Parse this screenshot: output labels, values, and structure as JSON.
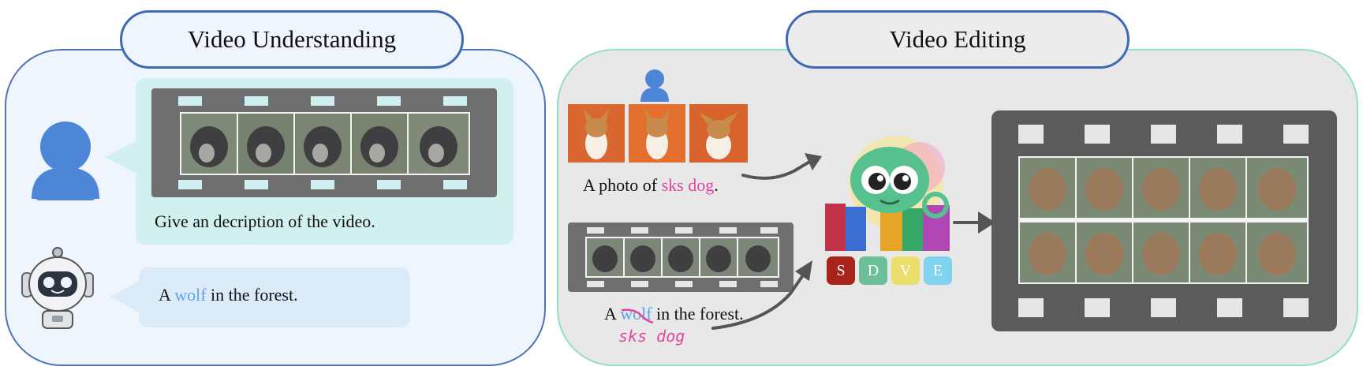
{
  "left_panel": {
    "title": "Video Understanding",
    "prompt": "Give an decription of the video.",
    "answer_prefix": "A",
    "answer_highlight": "wolf",
    "answer_suffix": "in the forest."
  },
  "right_panel": {
    "title": "Video Editing",
    "photo_prefix": "A photo of",
    "photo_highlight": "sks dog",
    "photo_suffix": ".",
    "edit_prefix": "A",
    "edit_struck": "wolf",
    "edit_suffix": "in the forest.",
    "edit_replacement": "sks dog",
    "badges": [
      {
        "letter": "S",
        "color": "#a8231a"
      },
      {
        "letter": "D",
        "color": "#6dbf98"
      },
      {
        "letter": "V",
        "color": "#eadf6c"
      },
      {
        "letter": "E",
        "color": "#7fd3ef"
      }
    ]
  },
  "colors": {
    "left_border": "#4f73b8",
    "right_border": "#8fe0c6",
    "user_icon": "#4d86d6",
    "highlight_blue": "#5ba2f0",
    "highlight_pink": "#e0479d"
  }
}
